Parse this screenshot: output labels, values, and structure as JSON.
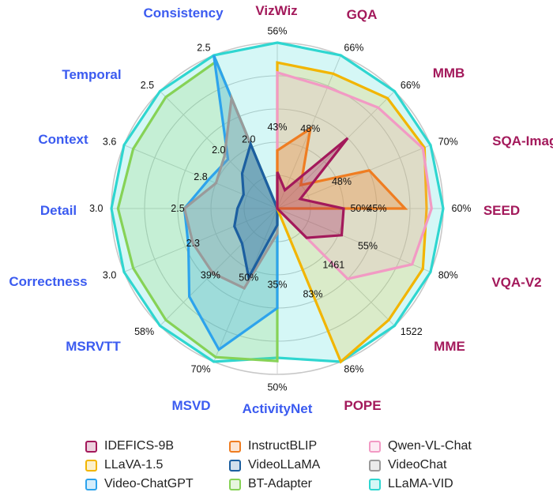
{
  "chart_data": {
    "type": "radar",
    "axes": [
      {
        "name": "VizWiz",
        "color": "#a3195b",
        "group": "image"
      },
      {
        "name": "GQA",
        "color": "#a3195b",
        "group": "image"
      },
      {
        "name": "MMB",
        "color": "#a3195b",
        "group": "image"
      },
      {
        "name": "SQA-Image",
        "color": "#a3195b",
        "group": "image"
      },
      {
        "name": "SEED",
        "color": "#a3195b",
        "group": "image"
      },
      {
        "name": "VQA-V2",
        "color": "#a3195b",
        "group": "image"
      },
      {
        "name": "MME",
        "color": "#a3195b",
        "group": "image"
      },
      {
        "name": "POPE",
        "color": "#a3195b",
        "group": "image"
      },
      {
        "name": "ActivityNet",
        "color": "#3b5bf0",
        "group": "video"
      },
      {
        "name": "MSVD",
        "color": "#3b5bf0",
        "group": "video"
      },
      {
        "name": "MSRVTT",
        "color": "#3b5bf0",
        "group": "video"
      },
      {
        "name": "Correctness",
        "color": "#3b5bf0",
        "group": "video"
      },
      {
        "name": "Detail",
        "color": "#3b5bf0",
        "group": "video"
      },
      {
        "name": "Context",
        "color": "#3b5bf0",
        "group": "video"
      },
      {
        "name": "Temporal",
        "color": "#3b5bf0",
        "group": "video"
      },
      {
        "name": "Consistency",
        "color": "#3b5bf0",
        "group": "video"
      }
    ],
    "tick_labels": [
      {
        "axis": 0,
        "labels": [
          {
            "text": "56%",
            "r": 1.06
          },
          {
            "text": "43%",
            "r": 0.49
          }
        ]
      },
      {
        "axis": 1,
        "labels": [
          {
            "text": "66%",
            "r": 1.06
          },
          {
            "text": "48%",
            "r": 0.52
          }
        ]
      },
      {
        "axis": 2,
        "labels": [
          {
            "text": "66%",
            "r": 1.06
          }
        ]
      },
      {
        "axis": 3,
        "labels": [
          {
            "text": "70%",
            "r": 1.06
          },
          {
            "text": "48%",
            "r": 0.42
          }
        ]
      },
      {
        "axis": 4,
        "labels": [
          {
            "text": "60%",
            "r": 1.06
          },
          {
            "text": "50%",
            "r": 0.5
          },
          {
            "text": "45%",
            "r": 0.6
          }
        ]
      },
      {
        "axis": 5,
        "labels": [
          {
            "text": "80%",
            "r": 1.06
          },
          {
            "text": "55%",
            "r": 0.59
          }
        ]
      },
      {
        "axis": 6,
        "labels": [
          {
            "text": "1522",
            "r": 1.06
          },
          {
            "text": "1461",
            "r": 0.48
          }
        ]
      },
      {
        "axis": 7,
        "labels": [
          {
            "text": "86%",
            "r": 1.06
          },
          {
            "text": "83%",
            "r": 0.56
          }
        ]
      },
      {
        "axis": 8,
        "labels": [
          {
            "text": "50%",
            "r": 1.06
          },
          {
            "text": "35%",
            "r": 0.46
          }
        ]
      },
      {
        "axis": 9,
        "labels": [
          {
            "text": "70%",
            "r": 1.06
          },
          {
            "text": "50%",
            "r": 0.45
          }
        ]
      },
      {
        "axis": 10,
        "labels": [
          {
            "text": "58%",
            "r": 1.06
          },
          {
            "text": "39%",
            "r": 0.57
          }
        ]
      },
      {
        "axis": 11,
        "labels": [
          {
            "text": "3.0",
            "r": 1.06
          },
          {
            "text": "2.3",
            "r": 0.55
          }
        ]
      },
      {
        "axis": 12,
        "labels": [
          {
            "text": "3.0",
            "r": 1.06
          },
          {
            "text": "2.5",
            "r": 0.6
          }
        ]
      },
      {
        "axis": 13,
        "labels": [
          {
            "text": "3.6",
            "r": 1.06
          },
          {
            "text": "2.8",
            "r": 0.5
          }
        ]
      },
      {
        "axis": 14,
        "labels": [
          {
            "text": "2.5",
            "r": 1.06
          },
          {
            "text": "2.0",
            "r": 0.5
          }
        ]
      },
      {
        "axis": 15,
        "labels": [
          {
            "text": "2.5",
            "r": 1.06
          },
          {
            "text": "2.0",
            "r": 0.45
          }
        ]
      }
    ],
    "rmax": 1,
    "grid_rings": [
      0.2,
      0.4,
      0.6,
      0.8,
      1.0
    ],
    "series": [
      {
        "name": "LLaMA-VID",
        "color": "#2fd6d0",
        "fill": "#2fd6d0",
        "fill_opacity": 0.2,
        "values": [
          1.0,
          1.0,
          1.0,
          1.0,
          1.0,
          1.0,
          1.0,
          1.0,
          0.9,
          1.0,
          1.0,
          1.0,
          1.0,
          1.0,
          1.0,
          1.0
        ]
      },
      {
        "name": "BT-Adapter",
        "color": "#86d256",
        "fill": "#86d256",
        "fill_opacity": 0.2,
        "values": [
          0,
          0,
          0,
          0,
          0,
          0,
          0,
          0,
          0.92,
          0.97,
          0.95,
          0.94,
          0.96,
          0.94,
          0.95,
          0.96
        ]
      },
      {
        "name": "Video-ChatGPT",
        "color": "#2da3ec",
        "fill": "#2da3ec",
        "fill_opacity": 0.25,
        "values": [
          0,
          0,
          0,
          0,
          0,
          0,
          0,
          0,
          0.6,
          0.92,
          0.75,
          0.58,
          0.56,
          0.45,
          0.42,
          1.0
        ]
      },
      {
        "name": "VideoChat",
        "color": "#9a9a9a",
        "fill": "#9a9a9a",
        "fill_opacity": 0.3,
        "values": [
          0,
          0,
          0,
          0,
          0,
          0,
          0,
          0,
          0.15,
          0.52,
          0.55,
          0.55,
          0.56,
          0.4,
          0.45,
          0.72
        ]
      },
      {
        "name": "VideoLLaMA",
        "color": "#1c5fa0",
        "fill": "#1c5fa0",
        "fill_opacity": 0.3,
        "values": [
          0,
          0,
          0,
          0,
          0,
          0,
          0,
          0,
          0.1,
          0.45,
          0.3,
          0.28,
          0.24,
          0.22,
          0.3,
          0.42
        ]
      },
      {
        "name": "LLaVA-1.5",
        "color": "#f2b500",
        "fill": "#f2b500",
        "fill_opacity": 0.18,
        "values": [
          0.88,
          0.88,
          0.94,
          0.96,
          0.9,
          0.95,
          0.95,
          1.0,
          0,
          0,
          0,
          0,
          0,
          0,
          0,
          0
        ]
      },
      {
        "name": "Qwen-VL-Chat",
        "color": "#f29ac4",
        "fill": "#f29ac4",
        "fill_opacity": 0.18,
        "values": [
          0.82,
          0.79,
          0.86,
          0.95,
          0.93,
          0.88,
          0.6,
          0,
          0,
          0,
          0,
          0,
          0,
          0,
          0,
          0
        ]
      },
      {
        "name": "InstructBLIP",
        "color": "#ef7d22",
        "fill": "#ef7d22",
        "fill_opacity": 0.28,
        "values": [
          0.35,
          0.52,
          0.2,
          0.6,
          0.77,
          0,
          0,
          0,
          0,
          0,
          0,
          0,
          0,
          0,
          0,
          0
        ]
      },
      {
        "name": "IDEFICS-9B",
        "color": "#a3195b",
        "fill": "#a3195b",
        "fill_opacity": 0.3,
        "values": [
          0.22,
          0.12,
          0.6,
          0.15,
          0.4,
          0.42,
          0.25,
          0.0,
          0,
          0,
          0,
          0,
          0,
          0,
          0,
          0
        ]
      }
    ],
    "legend": [
      {
        "name": "IDEFICS-9B",
        "color": "#a3195b"
      },
      {
        "name": "InstructBLIP",
        "color": "#ef7d22"
      },
      {
        "name": "Qwen-VL-Chat",
        "color": "#f29ac4"
      },
      {
        "name": "LLaVA-1.5",
        "color": "#f2b500"
      },
      {
        "name": "VideoLLaMA",
        "color": "#1c5fa0"
      },
      {
        "name": "VideoChat",
        "color": "#9a9a9a"
      },
      {
        "name": "Video-ChatGPT",
        "color": "#2da3ec"
      },
      {
        "name": "BT-Adapter",
        "color": "#86d256"
      },
      {
        "name": "LLaMA-VID",
        "color": "#2fd6d0"
      }
    ],
    "legend_position": "bottom",
    "grid": true
  }
}
